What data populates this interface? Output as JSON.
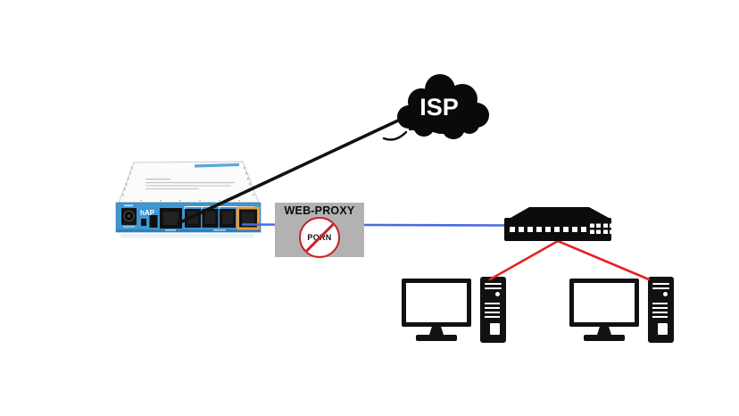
{
  "title": "Web proxy content-filtering network diagram",
  "colors": {
    "background": "#ffffff",
    "device_black": "#111111",
    "router_body_blue": "#3f96d2",
    "router_port_orange": "#e89a3c",
    "router_sticker_blue": "#57a8dc",
    "proxy_box_gray": "#b2b2b2",
    "prohibition_red": "#c5232b",
    "wan_line_black": "#111111",
    "lan_line_blue": "#4a6be0",
    "client_line_red": "#e42320"
  },
  "nodes": {
    "isp_cloud": {
      "label": "ISP"
    },
    "router": {
      "label": "hAP",
      "type": "mikrotik-router"
    },
    "web_proxy": {
      "label": "WEB-PROXY",
      "blocked_label": "PORN"
    },
    "switch": {
      "type": "ethernet-switch"
    },
    "pc_left": {
      "type": "desktop-computer"
    },
    "pc_right": {
      "type": "desktop-computer"
    }
  },
  "connections": [
    {
      "from": "isp_cloud",
      "to": "router",
      "color": "#111111"
    },
    {
      "from": "router",
      "to": "switch",
      "via": "web_proxy",
      "color": "#4a6be0"
    },
    {
      "from": "switch",
      "to": "pc_left",
      "color": "#e42320"
    },
    {
      "from": "switch",
      "to": "pc_right",
      "color": "#e42320"
    }
  ]
}
